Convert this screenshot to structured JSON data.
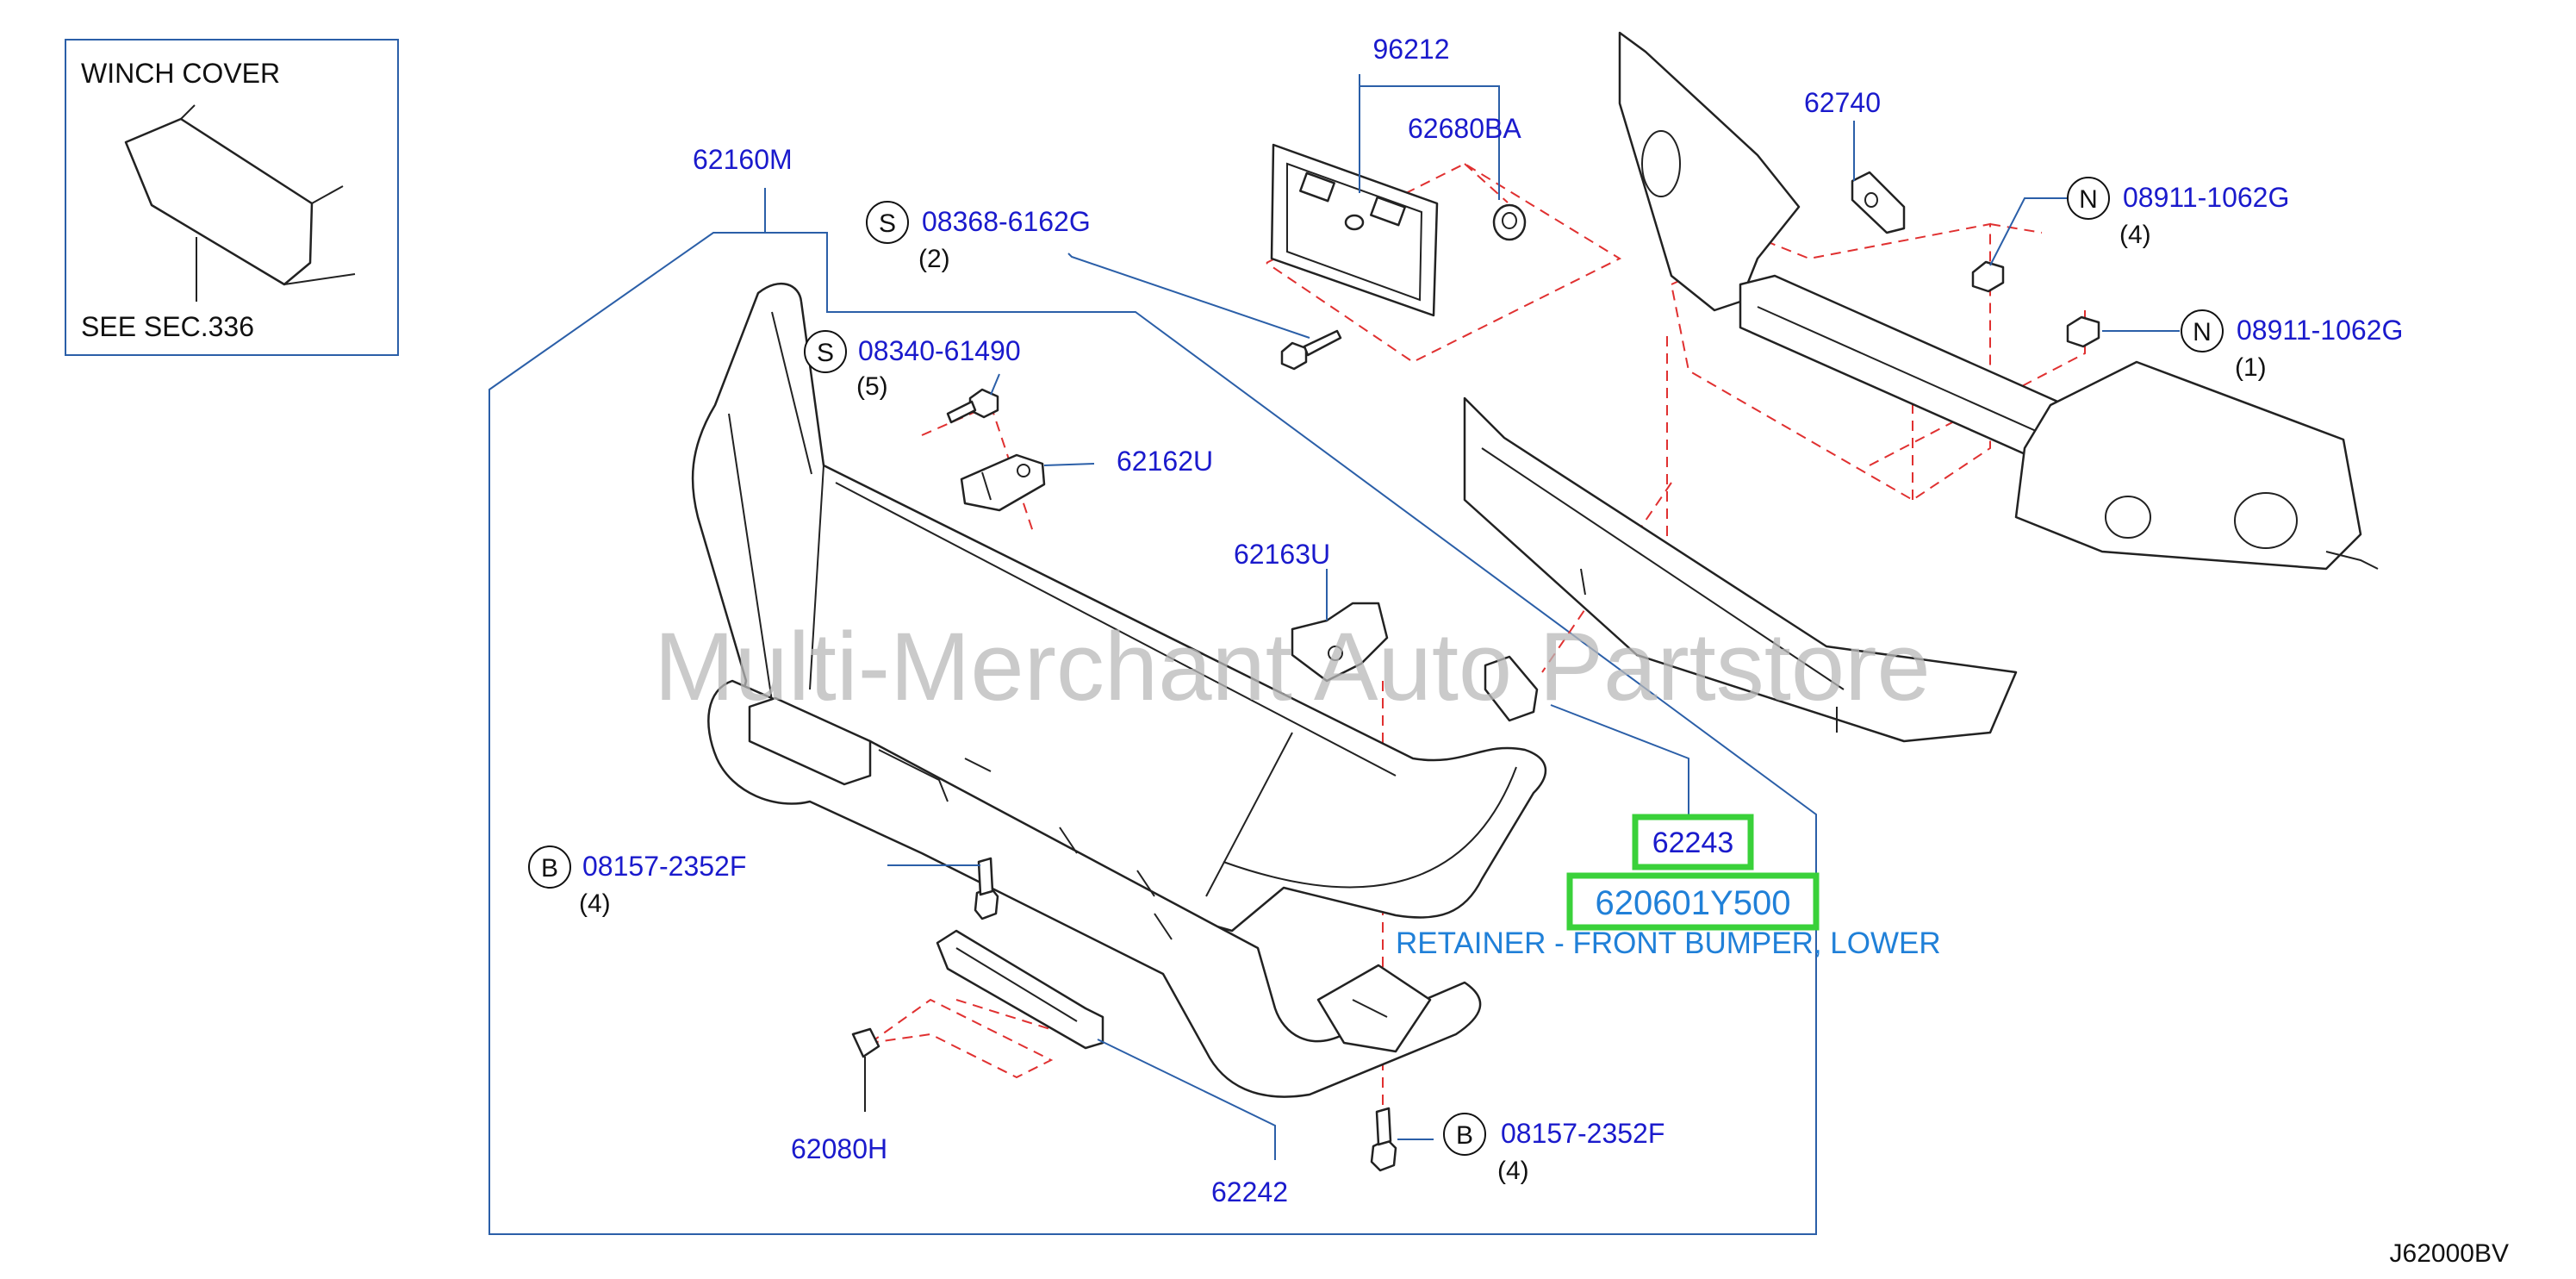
{
  "inset": {
    "title": "WINCH   COVER",
    "note": "SEE   SEC.336"
  },
  "watermark": "Multi-Merchant Auto Partstore",
  "diagram_code": "J62000BV",
  "parts": {
    "p96212": "96212",
    "p62680BA": "62680BA",
    "p62160M": "62160M",
    "p62740": "62740",
    "p62162U": "62162U",
    "p62163U": "62163U",
    "p62243": "62243",
    "p62080H": "62080H",
    "p62242": "62242"
  },
  "fasteners": {
    "s1": {
      "prefix": "S",
      "part": "08368-6162G",
      "qty": "(2)"
    },
    "s2": {
      "prefix": "S",
      "part": "08340-61490",
      "qty": "(5)"
    },
    "n1": {
      "prefix": "N",
      "part": "08911-1062G",
      "qty": "(4)"
    },
    "n2": {
      "prefix": "N",
      "part": "08911-1062G",
      "qty": "(1)"
    },
    "b1": {
      "prefix": "B",
      "part": "08157-2352F",
      "qty": "(4)"
    },
    "b2": {
      "prefix": "B",
      "part": "08157-2352F",
      "qty": "(4)"
    }
  },
  "highlight": {
    "part_number": "620601Y500",
    "description": "RETAINER - FRONT BUMPER, LOWER"
  },
  "colors": {
    "part_label": "#1a1acc",
    "leader_line": "#2b5fa8",
    "dashed_guide": "#e03030",
    "highlight_box": "#3ad13a",
    "highlight_text": "#2080d8"
  }
}
